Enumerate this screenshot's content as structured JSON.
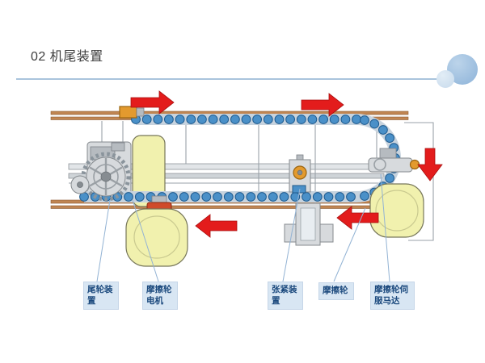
{
  "slide": {
    "title": "02 机尾装置"
  },
  "diagram": {
    "labels": [
      {
        "text": "尾轮装\n置"
      },
      {
        "text": "摩擦轮\n电机"
      },
      {
        "text": "张紧装\n置"
      },
      {
        "text": "摩擦轮"
      },
      {
        "text": "摩擦轮伺\n服马达"
      }
    ],
    "colors": {
      "arrow_red": "#e31c1c",
      "chain_blue": "#4a90c8",
      "cover_yellow": "#f1f1ae",
      "label_bg": "#d8e6f3",
      "label_text": "#1c4a7e",
      "divider_blue": "#a9c4dc",
      "deco_circle_large": "#8db3d9",
      "deco_circle_small": "#c7daec"
    }
  }
}
